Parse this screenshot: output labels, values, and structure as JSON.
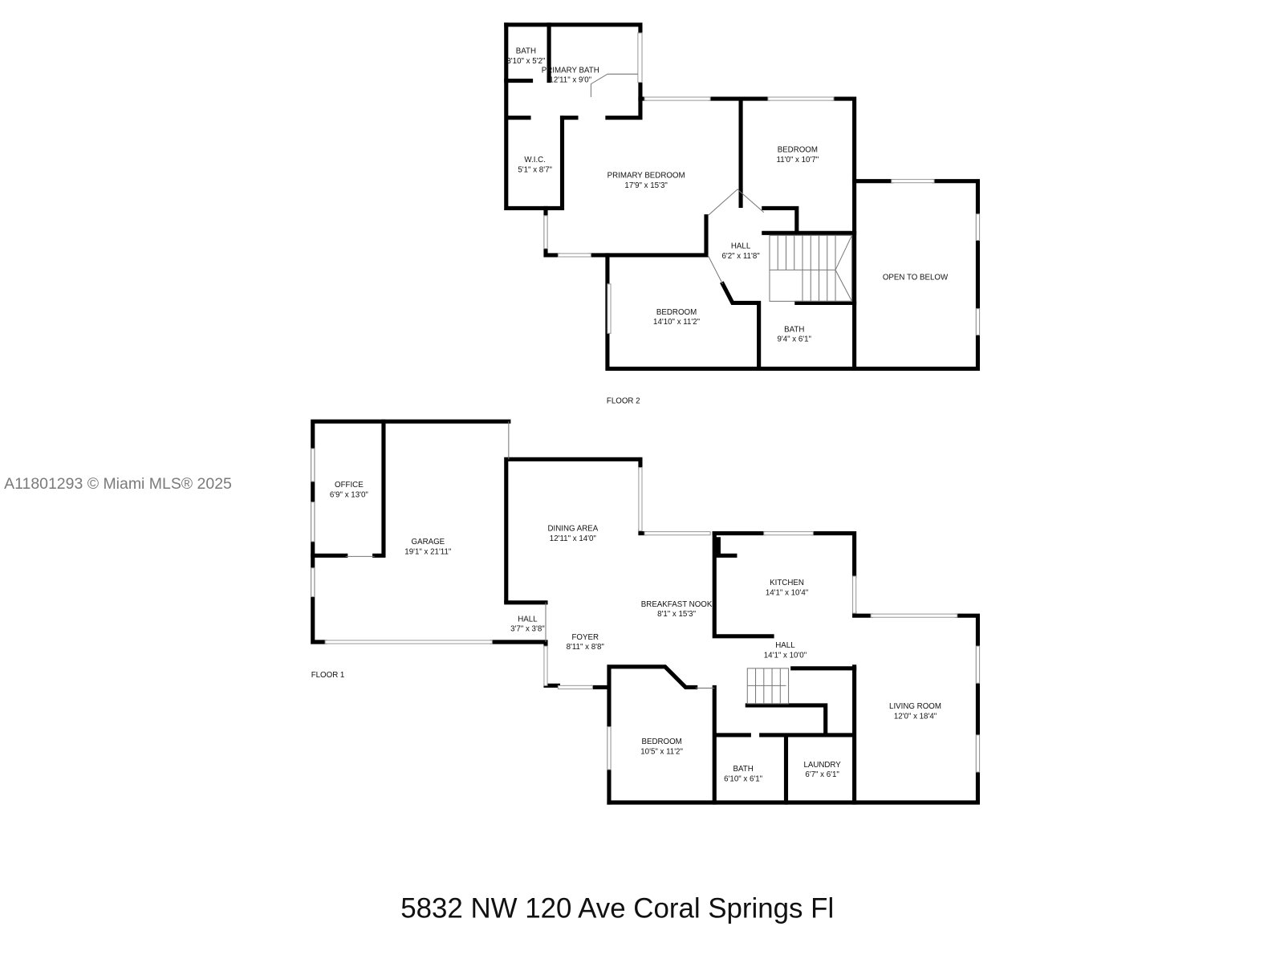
{
  "watermark": "A11801293 © Miami MLS® 2025",
  "title": "5832 NW 120 Ave Coral Springs Fl",
  "floor2": {
    "label": "FLOOR 2",
    "rooms": [
      {
        "name": "BATH",
        "size": "3'10\" x 5'2\""
      },
      {
        "name": "PRIMARY BATH",
        "size": "12'11\" x 9'0\""
      },
      {
        "name": "W.I.C.",
        "size": "5'1\" x 8'7\""
      },
      {
        "name": "PRIMARY BEDROOM",
        "size": "17'9\" x 15'3\""
      },
      {
        "name": "BEDROOM",
        "size": "11'0\" x 10'7\""
      },
      {
        "name": "HALL",
        "size": "6'2\" x 11'8\""
      },
      {
        "name": "OPEN TO BELOW",
        "size": ""
      },
      {
        "name": "BEDROOM",
        "size": "14'10\" x 11'2\""
      },
      {
        "name": "BATH",
        "size": "9'4\" x 6'1\""
      }
    ]
  },
  "floor1": {
    "label": "FLOOR 1",
    "rooms": [
      {
        "name": "OFFICE",
        "size": "6'9\" x 13'0\""
      },
      {
        "name": "GARAGE",
        "size": "19'1\" x 21'11\""
      },
      {
        "name": "DINING AREA",
        "size": "12'11\" x 14'0\""
      },
      {
        "name": "HALL",
        "size": "3'7\" x 3'8\""
      },
      {
        "name": "FOYER",
        "size": "8'11\" x 8'8\""
      },
      {
        "name": "BREAKFAST NOOK",
        "size": "8'1\" x 15'3\""
      },
      {
        "name": "KITCHEN",
        "size": "14'1\" x 10'4\""
      },
      {
        "name": "HALL",
        "size": "14'1\" x 10'0\""
      },
      {
        "name": "LIVING ROOM",
        "size": "12'0\" x 18'4\""
      },
      {
        "name": "BEDROOM",
        "size": "10'5\" x 11'2\""
      },
      {
        "name": "BATH",
        "size": "6'10\" x 6'1\""
      },
      {
        "name": "LAUNDRY",
        "size": "6'7\" x 6'1\""
      }
    ]
  }
}
